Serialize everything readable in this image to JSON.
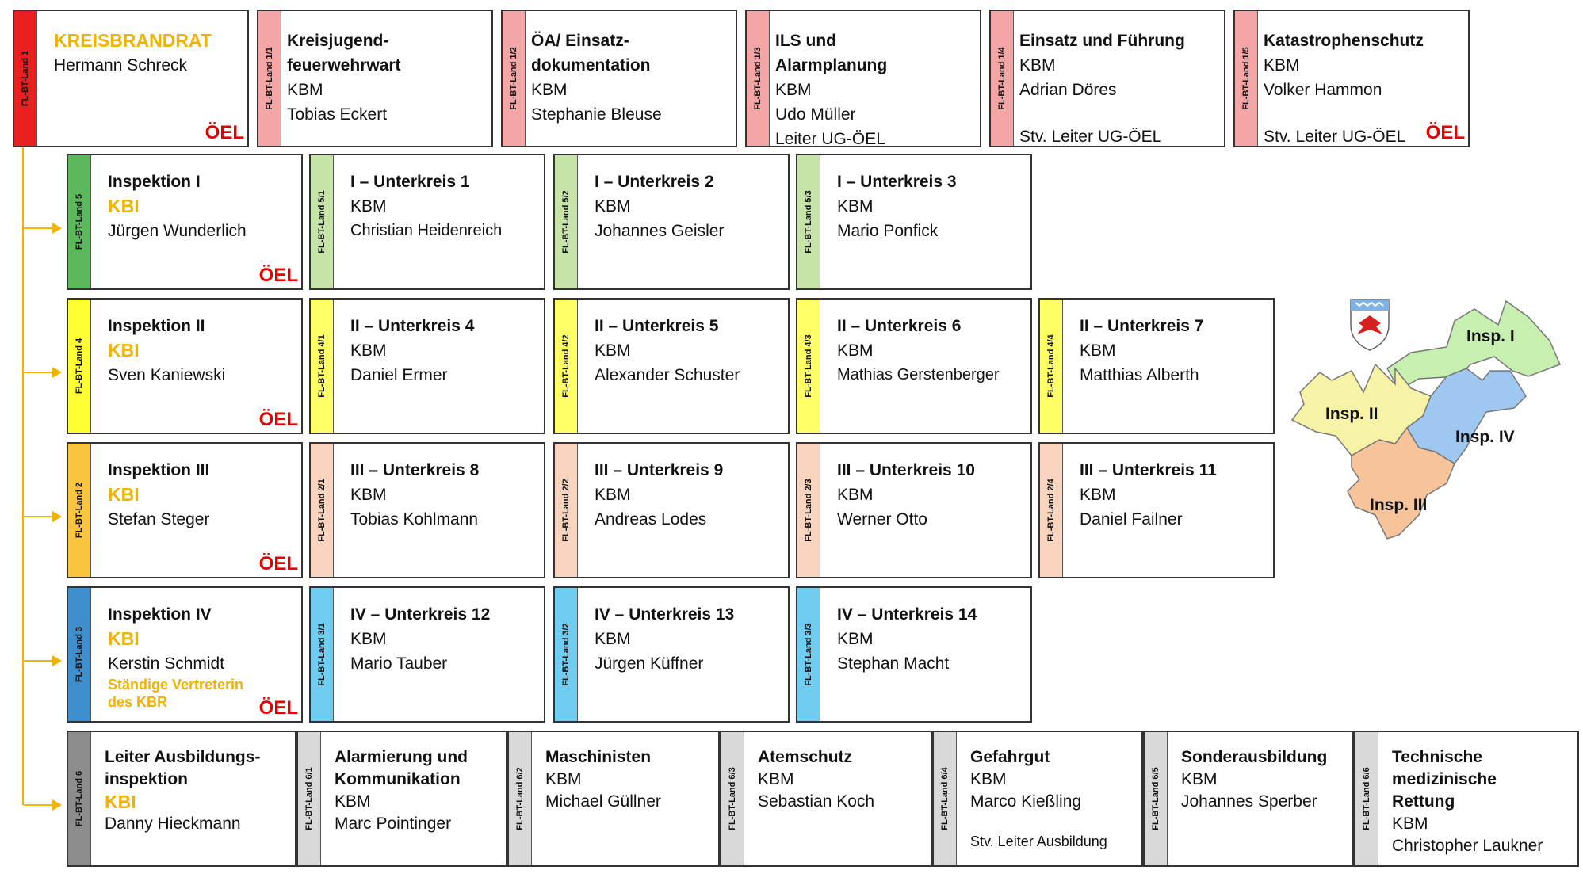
{
  "top_row": [
    {
      "code": "FL-BT-Land 1",
      "color": "#e82020",
      "lines": [
        "KREISBRANDRAT",
        "Hermann Schreck"
      ],
      "title_style": "kbr",
      "oel": "ÖEL"
    },
    {
      "code": "FL-BT-Land 1/1",
      "color": "#f4a6a6",
      "lines": [
        "Kreisjugend-",
        "feuerwehrwart",
        "KBM",
        "Tobias Eckert"
      ],
      "bold": 2
    },
    {
      "code": "FL-BT-Land 1/2",
      "color": "#f4a6a6",
      "lines": [
        "ÖA/ Einsatz-",
        "dokumentation",
        "KBM",
        "Stephanie Bleuse"
      ],
      "bold": 2
    },
    {
      "code": "FL-BT-Land 1/3",
      "color": "#f4a6a6",
      "lines": [
        "ILS und",
        "Alarmplanung",
        "KBM",
        "Udo Müller",
        "Leiter UG-ÖEL"
      ],
      "bold": 2
    },
    {
      "code": "FL-BT-Land 1/4",
      "color": "#f4a6a6",
      "lines": [
        "Einsatz und Führung",
        "KBM",
        "Adrian Döres",
        "",
        "Stv. Leiter UG-ÖEL"
      ],
      "bold": 1
    },
    {
      "code": "FL-BT-Land 1/5",
      "color": "#f4a6a6",
      "lines": [
        "Katastrophenschutz",
        "KBM",
        "Volker Hammon",
        "",
        "Stv. Leiter UG-ÖEL"
      ],
      "bold": 1,
      "oel": "ÖEL"
    }
  ],
  "inspections": [
    {
      "code": "FL-BT-Land 5",
      "color": "#5cb85c",
      "title": "Inspektion I",
      "kbi": "KBI",
      "name": "Jürgen Wunderlich",
      "oel": "ÖEL"
    },
    {
      "code": "FL-BT-Land 4",
      "color": "#ffff33",
      "title": "Inspektion II",
      "kbi": "KBI",
      "name": "Sven Kaniewski",
      "oel": "ÖEL"
    },
    {
      "code": "FL-BT-Land 2",
      "color": "#f9c440",
      "title": "Inspektion III",
      "kbi": "KBI",
      "name": "Stefan Steger",
      "oel": "ÖEL"
    },
    {
      "code": "FL-BT-Land 3",
      "color": "#3f8fcf",
      "title": "Inspektion IV",
      "kbi": "KBI",
      "name": "Kerstin Schmidt",
      "sub": "Ständige Vertreterin des KBR",
      "oel": "ÖEL"
    }
  ],
  "unterkreise": [
    [
      {
        "code": "FL-BT-Land 5/1",
        "color": "#c6e3a8",
        "title": "I – Unterkreis 1",
        "role": "KBM",
        "name": "Christian Heidenreich"
      },
      {
        "code": "FL-BT-Land 5/2",
        "color": "#c6e3a8",
        "title": "I – Unterkreis 2",
        "role": "KBM",
        "name": "Johannes Geisler"
      },
      {
        "code": "FL-BT-Land 5/3",
        "color": "#c6e3a8",
        "title": "I – Unterkreis 3",
        "role": "KBM",
        "name": "Mario Ponfick"
      }
    ],
    [
      {
        "code": "FL-BT-Land 4/1",
        "color": "#ffff66",
        "title": "II – Unterkreis 4",
        "role": "KBM",
        "name": "Daniel Ermer"
      },
      {
        "code": "FL-BT-Land 4/2",
        "color": "#ffff66",
        "title": "II – Unterkreis 5",
        "role": "KBM",
        "name": "Alexander Schuster"
      },
      {
        "code": "FL-BT-Land 4/3",
        "color": "#ffff66",
        "title": "II – Unterkreis 6",
        "role": "KBM",
        "name": "Mathias Gerstenberger"
      },
      {
        "code": "FL-BT-Land 4/4",
        "color": "#ffff66",
        "title": "II – Unterkreis 7",
        "role": "KBM",
        "name": "Matthias Alberth"
      }
    ],
    [
      {
        "code": "FL-BT-Land 2/1",
        "color": "#f8d3bd",
        "title": "III – Unterkreis 8",
        "role": "KBM",
        "name": "Tobias Kohlmann"
      },
      {
        "code": "FL-BT-Land 2/2",
        "color": "#f8d3bd",
        "title": "III – Unterkreis 9",
        "role": "KBM",
        "name": "Andreas Lodes"
      },
      {
        "code": "FL-BT-Land 2/3",
        "color": "#f8d3bd",
        "title": "III – Unterkreis 10",
        "role": "KBM",
        "name": "Werner Otto"
      },
      {
        "code": "FL-BT-Land 2/4",
        "color": "#f8d3bd",
        "title": "III – Unterkreis 11",
        "role": "KBM",
        "name": "Daniel Failner"
      }
    ],
    [
      {
        "code": "FL-BT-Land 3/1",
        "color": "#6fcdf2",
        "title": "IV – Unterkreis 12",
        "role": "KBM",
        "name": "Mario Tauber"
      },
      {
        "code": "FL-BT-Land 3/2",
        "color": "#6fcdf2",
        "title": "IV – Unterkreis 13",
        "role": "KBM",
        "name": "Jürgen Küffner"
      },
      {
        "code": "FL-BT-Land 3/3",
        "color": "#6fcdf2",
        "title": "IV – Unterkreis 14",
        "role": "KBM",
        "name": "Stephan Macht"
      }
    ]
  ],
  "bottom_row": [
    {
      "code": "FL-BT-Land 6",
      "color": "#8c8c8c",
      "lines": [
        "Leiter Ausbildungs-",
        "inspektion"
      ],
      "kbi": "KBI",
      "name": "Danny Hieckmann"
    },
    {
      "code": "FL-BT-Land 6/1",
      "color": "#d9d9d9",
      "lines": [
        "Alarmierung und",
        "Kommunikation"
      ],
      "role": "KBM",
      "name": "Marc Pointinger"
    },
    {
      "code": "FL-BT-Land 6/2",
      "color": "#d9d9d9",
      "lines": [
        "Maschinisten"
      ],
      "role": "KBM",
      "name": "Michael Güllner"
    },
    {
      "code": "FL-BT-Land 6/3",
      "color": "#d9d9d9",
      "lines": [
        "Atemschutz"
      ],
      "role": "KBM",
      "name": "Sebastian Koch"
    },
    {
      "code": "FL-BT-Land 6/4",
      "color": "#d9d9d9",
      "lines": [
        "Gefahrgut"
      ],
      "role": "KBM",
      "name": "Marco Kießling",
      "extra": "Stv. Leiter Ausbildung"
    },
    {
      "code": "FL-BT-Land 6/5",
      "color": "#d9d9d9",
      "lines": [
        "Sonderausbildung"
      ],
      "role": "KBM",
      "name": "Johannes Sperber"
    },
    {
      "code": "FL-BT-Land 6/6",
      "color": "#d9d9d9",
      "lines": [
        "Technische",
        "medizinische",
        "Rettung"
      ],
      "role": "KBM",
      "name": "Christopher Laukner"
    }
  ],
  "map": {
    "regions": [
      {
        "label": "Insp. I",
        "color": "#c6efb0"
      },
      {
        "label": "Insp. II",
        "color": "#f7f3a6"
      },
      {
        "label": "Insp. III",
        "color": "#f6c39a"
      },
      {
        "label": "Insp. IV",
        "color": "#9fc8f0"
      }
    ]
  }
}
